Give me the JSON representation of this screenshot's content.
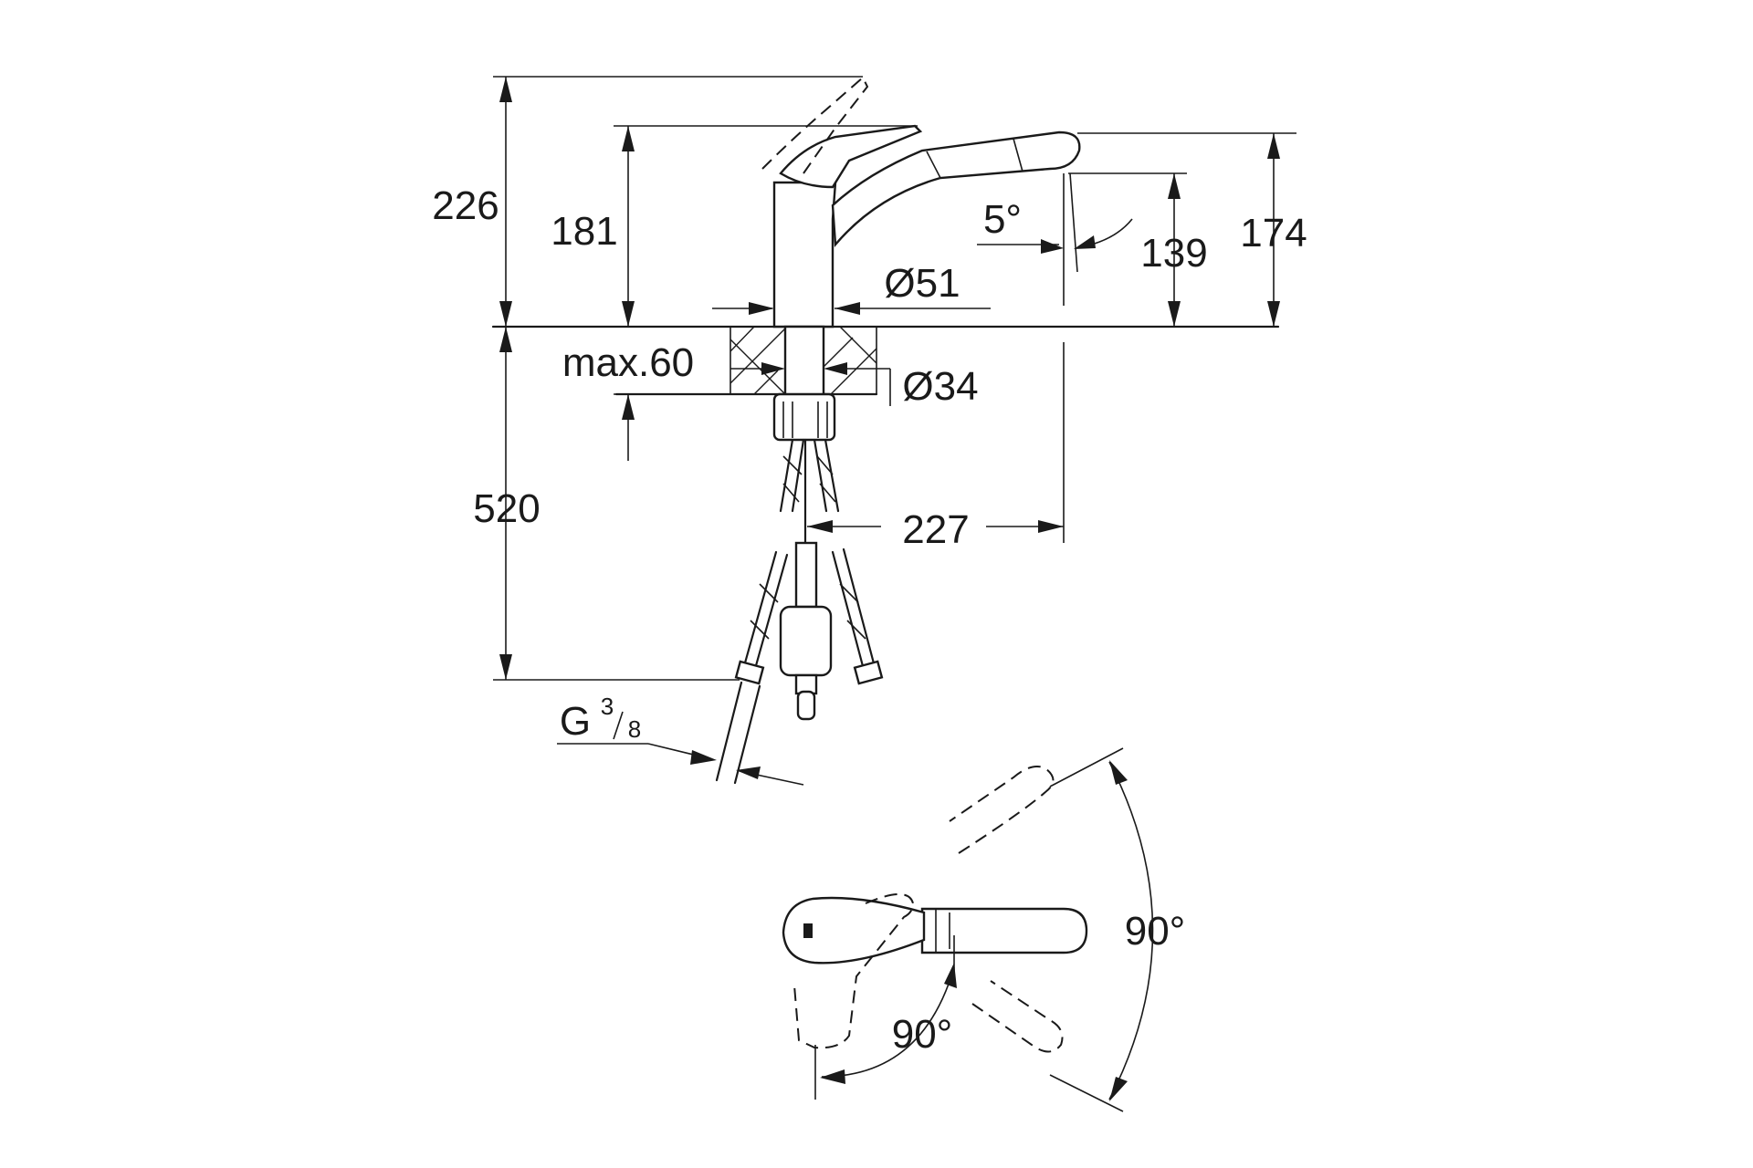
{
  "dimensions": {
    "total_height": "226",
    "spout_height": "181",
    "outlet_height": "139",
    "body_to_top": "174",
    "spout_angle": "5°",
    "body_diameter": "Ø51",
    "deck_thickness": "max.60",
    "hole_diameter": "Ø34",
    "hose_length": "520",
    "spout_reach": "227",
    "connection_g": "G",
    "connection_num": "3",
    "connection_den": "8",
    "swivel_angle": "90°",
    "lever_angle": "90°"
  }
}
